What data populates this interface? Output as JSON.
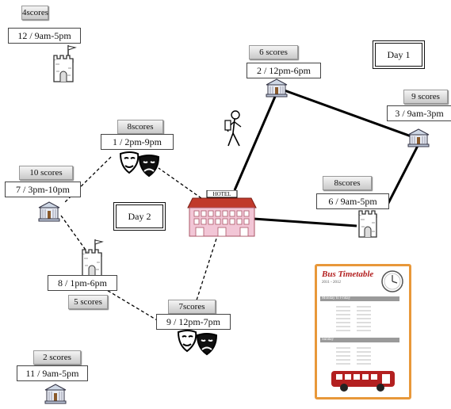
{
  "days": {
    "day1": "Day 1",
    "day2": "Day 2"
  },
  "locations": {
    "castle_topleft": {
      "score": "4scores",
      "info": "12 / 9am-5pm"
    },
    "museum_top": {
      "score": "6 scores",
      "info": "2 / 12pm-6pm"
    },
    "museum_right": {
      "score": "9 scores",
      "info": "3 / 9am-3pm"
    },
    "castle_right": {
      "score": "8scores",
      "info": "6 / 9am-5pm"
    },
    "theatre_top": {
      "score": "8scores",
      "info": "1 / 2pm-9pm"
    },
    "museum_left": {
      "score": "10 scores",
      "info": "7 / 3pm-10pm"
    },
    "castle_left": {
      "score": "5 scores",
      "info": "8 / 1pm-6pm"
    },
    "theatre_bottom": {
      "score": "7scores",
      "info": "9 / 12pm-7pm"
    },
    "museum_bottom": {
      "score": "2 scores",
      "info": "11 / 9am-5pm"
    }
  },
  "hotel": {
    "sign": "HOTEL"
  },
  "timetable": {
    "title": "Bus Timetable",
    "subtitle": "2011 - 2012",
    "section1": "Monday to Friday",
    "section2": "Sunday"
  },
  "colors": {
    "line": "#000000",
    "timetable_border": "#e8983a",
    "bus": "#b32020",
    "hotel_roof": "#c0392b",
    "hotel_wall": "#f2c6d6"
  }
}
